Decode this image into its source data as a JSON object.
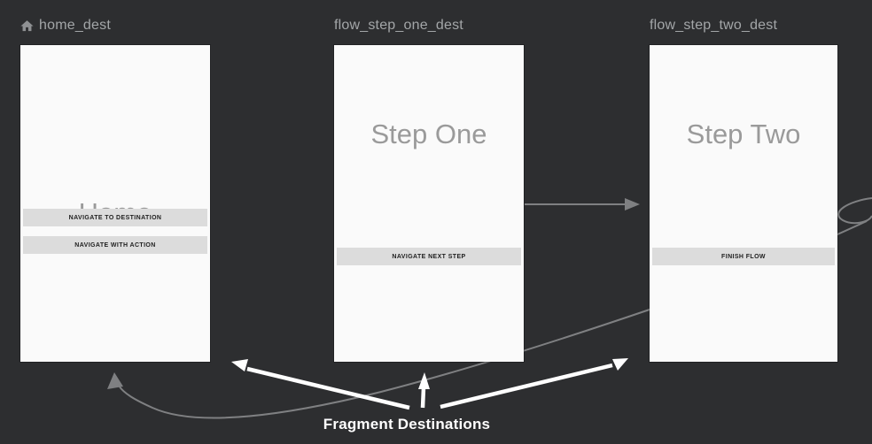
{
  "editor": "navigation-graph-preview",
  "colors": {
    "background": "#2d2e30",
    "card": "#fafafa",
    "card_title": "#9a9a9a",
    "preview_button_bg": "#dcdcdc",
    "preview_button_text": "#212121",
    "destination_label": "#a3a6a8",
    "action_arrow": "#7f8082",
    "annotation": "#ffffff"
  },
  "destinations": [
    {
      "label": "home_dest",
      "icon": "home-icon",
      "title": "Home",
      "buttons": [
        "NAVIGATE TO DESTINATION",
        "NAVIGATE WITH ACTION"
      ]
    },
    {
      "label": "flow_step_one_dest",
      "title": "Step One",
      "buttons": [
        "NAVIGATE NEXT STEP"
      ]
    },
    {
      "label": "flow_step_two_dest",
      "title": "Step Two",
      "buttons": [
        "FINISH FLOW"
      ]
    }
  ],
  "actions": [
    {
      "from": "flow_step_one_dest",
      "to": "flow_step_two_dest",
      "shape": "straight-arrow"
    },
    {
      "from": "flow_step_two_dest",
      "to": "home_dest",
      "shape": "loop-back-curve"
    }
  ],
  "annotation": {
    "label": "Fragment Destinations"
  }
}
